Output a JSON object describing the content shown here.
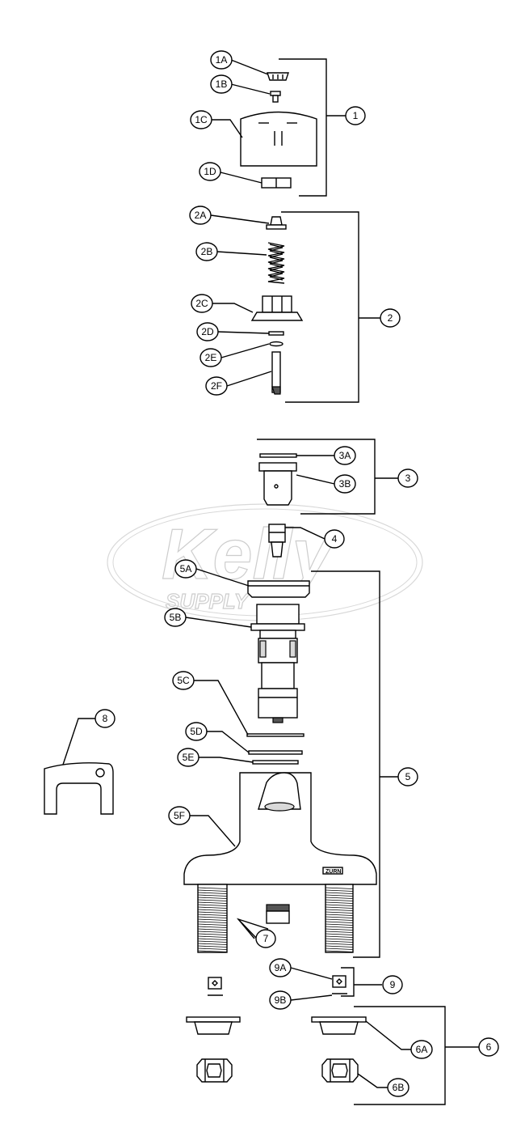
{
  "callouts": {
    "c1A": "1A",
    "c1B": "1B",
    "c1C": "1C",
    "c1D": "1D",
    "c1": "1",
    "c2A": "2A",
    "c2B": "2B",
    "c2C": "2C",
    "c2D": "2D",
    "c2E": "2E",
    "c2F": "2F",
    "c2": "2",
    "c3A": "3A",
    "c3B": "3B",
    "c3": "3",
    "c4": "4",
    "c5A": "5A",
    "c5B": "5B",
    "c5C": "5C",
    "c5D": "5D",
    "c5E": "5E",
    "c5F": "5F",
    "c5": "5",
    "c6A": "6A",
    "c6B": "6B",
    "c6": "6",
    "c7": "7",
    "c8": "8",
    "c9A": "9A",
    "c9B": "9B",
    "c9": "9"
  },
  "watermark": {
    "line1": "Kelly",
    "line2": "SUPPLY"
  },
  "faucet_brand": "ZURN",
  "colors": {
    "line": "#000000",
    "watermark": "#c8c8c8",
    "background": "#ffffff"
  }
}
